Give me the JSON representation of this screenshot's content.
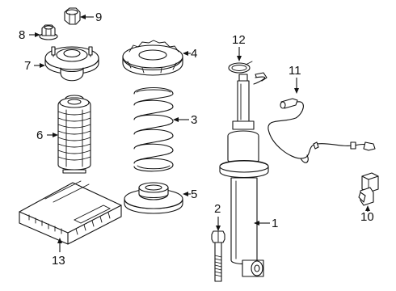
{
  "diagram": {
    "parts": [
      {
        "id": "shock-absorber",
        "callout": "1"
      },
      {
        "id": "bolt",
        "callout": "2"
      },
      {
        "id": "coil-spring",
        "callout": "3"
      },
      {
        "id": "upper-spring-seat",
        "callout": "4"
      },
      {
        "id": "lower-spring-seat",
        "callout": "5"
      },
      {
        "id": "dust-boot",
        "callout": "6"
      },
      {
        "id": "strut-mount",
        "callout": "7"
      },
      {
        "id": "flange-nut",
        "callout": "8"
      },
      {
        "id": "hex-nut",
        "callout": "9"
      },
      {
        "id": "sensor-connector",
        "callout": "10"
      },
      {
        "id": "wiring-harness",
        "callout": "11"
      },
      {
        "id": "retaining-clip",
        "callout": "12"
      },
      {
        "id": "control-module",
        "callout": "13"
      }
    ]
  }
}
